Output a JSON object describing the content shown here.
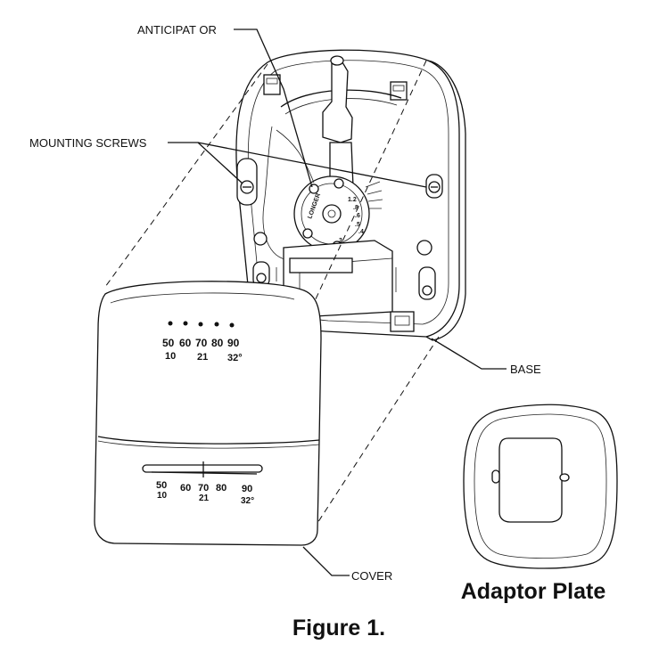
{
  "labels": {
    "anticipator": "ANTICIPAT OR",
    "mounting_screws": "MOUNTING SCREWS",
    "base": "BASE",
    "cover": "COVER",
    "adaptor_plate": "Adaptor Plate",
    "figure_caption": "Figure 1."
  },
  "cover_scales": {
    "upper": {
      "fahrenheit": [
        "50",
        "60",
        "70",
        "80",
        "90"
      ],
      "celsius": [
        "10",
        "21",
        "32°"
      ]
    },
    "lower": {
      "fahrenheit": [
        "50",
        "60",
        "70",
        "80",
        "90"
      ],
      "celsius": [
        "10",
        "21",
        "32°"
      ]
    }
  },
  "anticipator_dial": {
    "marks": [
      "1.2",
      "LONGER",
      ".4",
      ".5",
      ".6",
      ".8",
      "3"
    ]
  }
}
